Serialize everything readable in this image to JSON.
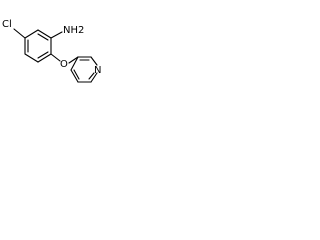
{
  "molecule": {
    "atom_labels": {
      "chlorine": "Cl",
      "amine": "NH2",
      "ether_oxygen": "O",
      "pyridine_nitrogen": "N"
    }
  }
}
